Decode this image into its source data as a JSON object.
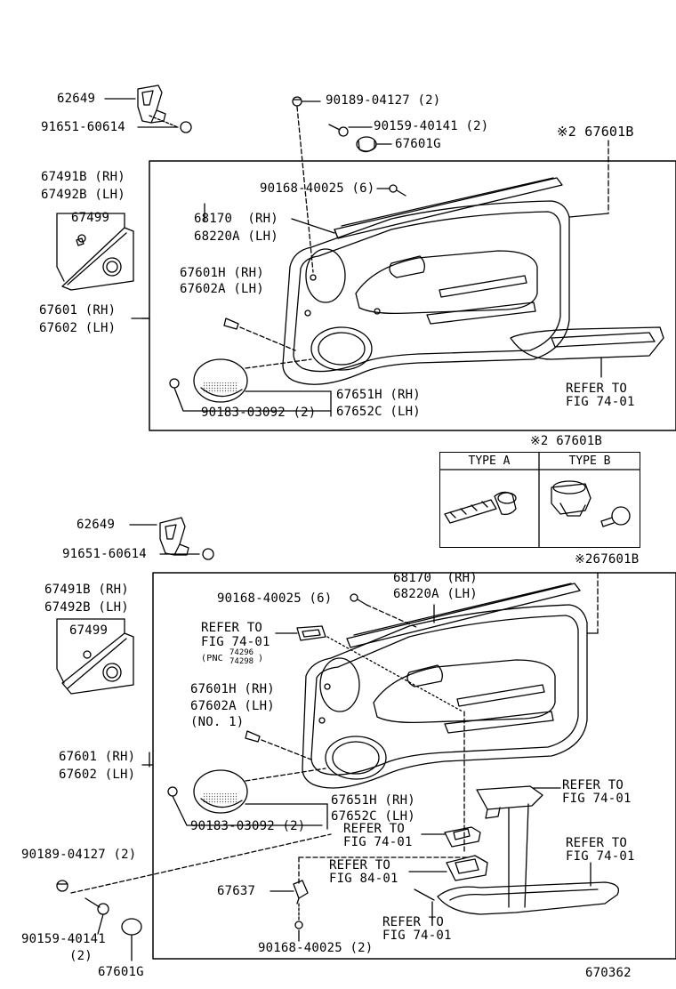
{
  "diagram_id": "670362",
  "upper": {
    "p62649": "62649",
    "p91651": "91651-60614",
    "p67491b": "67491B (RH)",
    "p67492b": "67492B (LH)",
    "p67499": "67499",
    "p67601": "67601 (RH)",
    "p67602": "67602 (LH)",
    "p90189": "90189-04127 (2)",
    "p90159": "90159-40141 (2)",
    "p67601g": "67601G",
    "p67601b": "※2 67601B",
    "p90168": "90168-40025 (6)",
    "p68170": "68170  (RH)",
    "p68220a": "68220A (LH)",
    "p67601h": "67601H (RH)",
    "p67602a": "67602A (LH)",
    "p67651h": "67651H (RH)",
    "p67652c": "67652C (LH)",
    "p90183": "90183-03092 (2)",
    "refer1": "REFER TO",
    "refer1b": "FIG 74-01"
  },
  "type_table": {
    "title": "※2 67601B",
    "col_a": "TYPE A",
    "col_b": "TYPE B"
  },
  "lower": {
    "p62649": "62649",
    "p91651": "91651-60614",
    "p67491b": "67491B (RH)",
    "p67492b": "67492B (LH)",
    "p67499": "67499",
    "p67601b": "※267601B",
    "p68170": "68170  (RH)",
    "p68220a": "68220A (LH)",
    "p90168a": "90168-40025 (6)",
    "refer_a1": "REFER TO",
    "refer_a2": "FIG 74-01",
    "pnc": "(PNC",
    "pnc1": "74296",
    "pnc2": "74298",
    "pnc_close": ")",
    "p67601h": "67601H (RH)",
    "p67602a": "67602A (LH)",
    "p_no1": "(NO. 1)",
    "p67601": "67601 (RH)",
    "p67602": "67602 (LH)",
    "p67651h": "67651H (RH)",
    "p67652c": "67652C (LH)",
    "p90183": "90183-03092 (2)",
    "refer_b1": "REFER TO",
    "refer_b2": "FIG 74-01",
    "refer_c1": "REFER TO",
    "refer_c2": "FIG 84-01",
    "refer_d1": "REFER TO",
    "refer_d2": "FIG 74-01",
    "refer_e1": "REFER TO",
    "refer_e2": "FIG 74-01",
    "refer_f1": "REFER TO",
    "refer_f2": "FIG 74-01",
    "p90189": "90189-04127 (2)",
    "p67637": "67637",
    "p90159": "90159-40141",
    "p90159q": "(2)",
    "p67601g": "67601G",
    "p90168b": "90168-40025 (2)"
  }
}
